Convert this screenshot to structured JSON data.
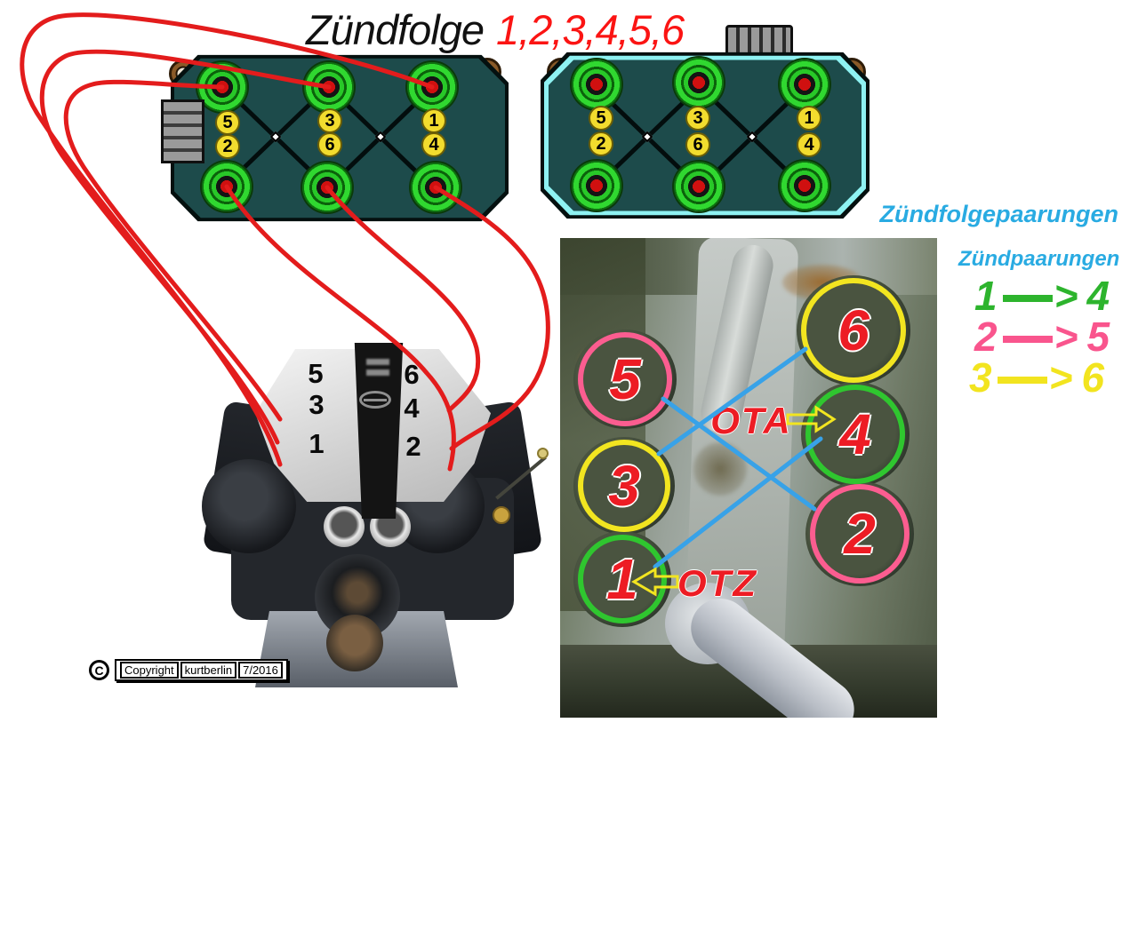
{
  "title": {
    "word": "Zündfolge",
    "numbers": "1,2,3,4,5,6"
  },
  "coilpacks": {
    "left": {
      "numbers": [
        "5",
        "2",
        "3",
        "6",
        "1",
        "4"
      ]
    },
    "right": {
      "numbers": [
        "5",
        "2",
        "3",
        "6",
        "1",
        "4"
      ]
    }
  },
  "headings": {
    "main": "Zündfolgepaarungen",
    "sub": "Zündpaarungen"
  },
  "pairings": [
    {
      "from": "1",
      "gt": ">",
      "to": "4",
      "color": "#2db42d"
    },
    {
      "from": "2",
      "gt": ">",
      "to": "5",
      "color": "#f9558d"
    },
    {
      "from": "3",
      "gt": ">",
      "to": "6",
      "color": "#f2e41f"
    }
  ],
  "block_photo": {
    "ota": "OTA",
    "otz": "OTZ",
    "cylinders": [
      {
        "n": "1",
        "ring_color": "#2fc62f"
      },
      {
        "n": "2",
        "ring_color": "#fb5d90"
      },
      {
        "n": "3",
        "ring_color": "#f2e520"
      },
      {
        "n": "4",
        "ring_color": "#2fc62f"
      },
      {
        "n": "5",
        "ring_color": "#fb5d90"
      },
      {
        "n": "6",
        "ring_color": "#f2e520"
      }
    ]
  },
  "engine_photo": {
    "left_labels": [
      "5",
      "3",
      "1"
    ],
    "right_labels": [
      "6",
      "4",
      "2"
    ]
  },
  "copyright": {
    "symbol": "C",
    "parts": [
      "Copyright",
      "kurtberlin",
      "7/2016"
    ]
  },
  "colors": {
    "title_black": "#111111",
    "title_numbers": "#fb1413",
    "heading_cyan": "#29abe2",
    "wire_red": "#e31c1c",
    "pair_line_blue": "#38a2e8",
    "label_red": "#ed1c24",
    "arrow_yellow": "#f2e520"
  }
}
